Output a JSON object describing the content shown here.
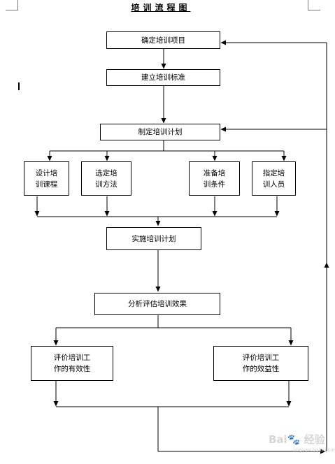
{
  "document": {
    "title": "培训流程图"
  },
  "flowchart": {
    "step_define_project": "确定培训项目",
    "step_build_standard": "建立培训标准",
    "step_make_plan": "制定培训计划",
    "sub_design_course": "设计培\n训课程",
    "sub_choose_method": "选定培\n训方法",
    "sub_prepare_conditions": "准备培\n训条件",
    "sub_assign_staff": "指定培\n训人员",
    "step_implement_plan": "实施培训计划",
    "step_analyze_effect": "分析评估培训效果",
    "eval_validity": "评价培训工\n作的有效性",
    "eval_benefit": "评价培训工\n作的效益性"
  },
  "watermark": {
    "text": "Bai🐾 经验",
    "sub": "jingyan.baidu.com"
  },
  "colors": {
    "line": "#000000",
    "box_border": "#000000",
    "watermark": "#cfcfcf"
  }
}
